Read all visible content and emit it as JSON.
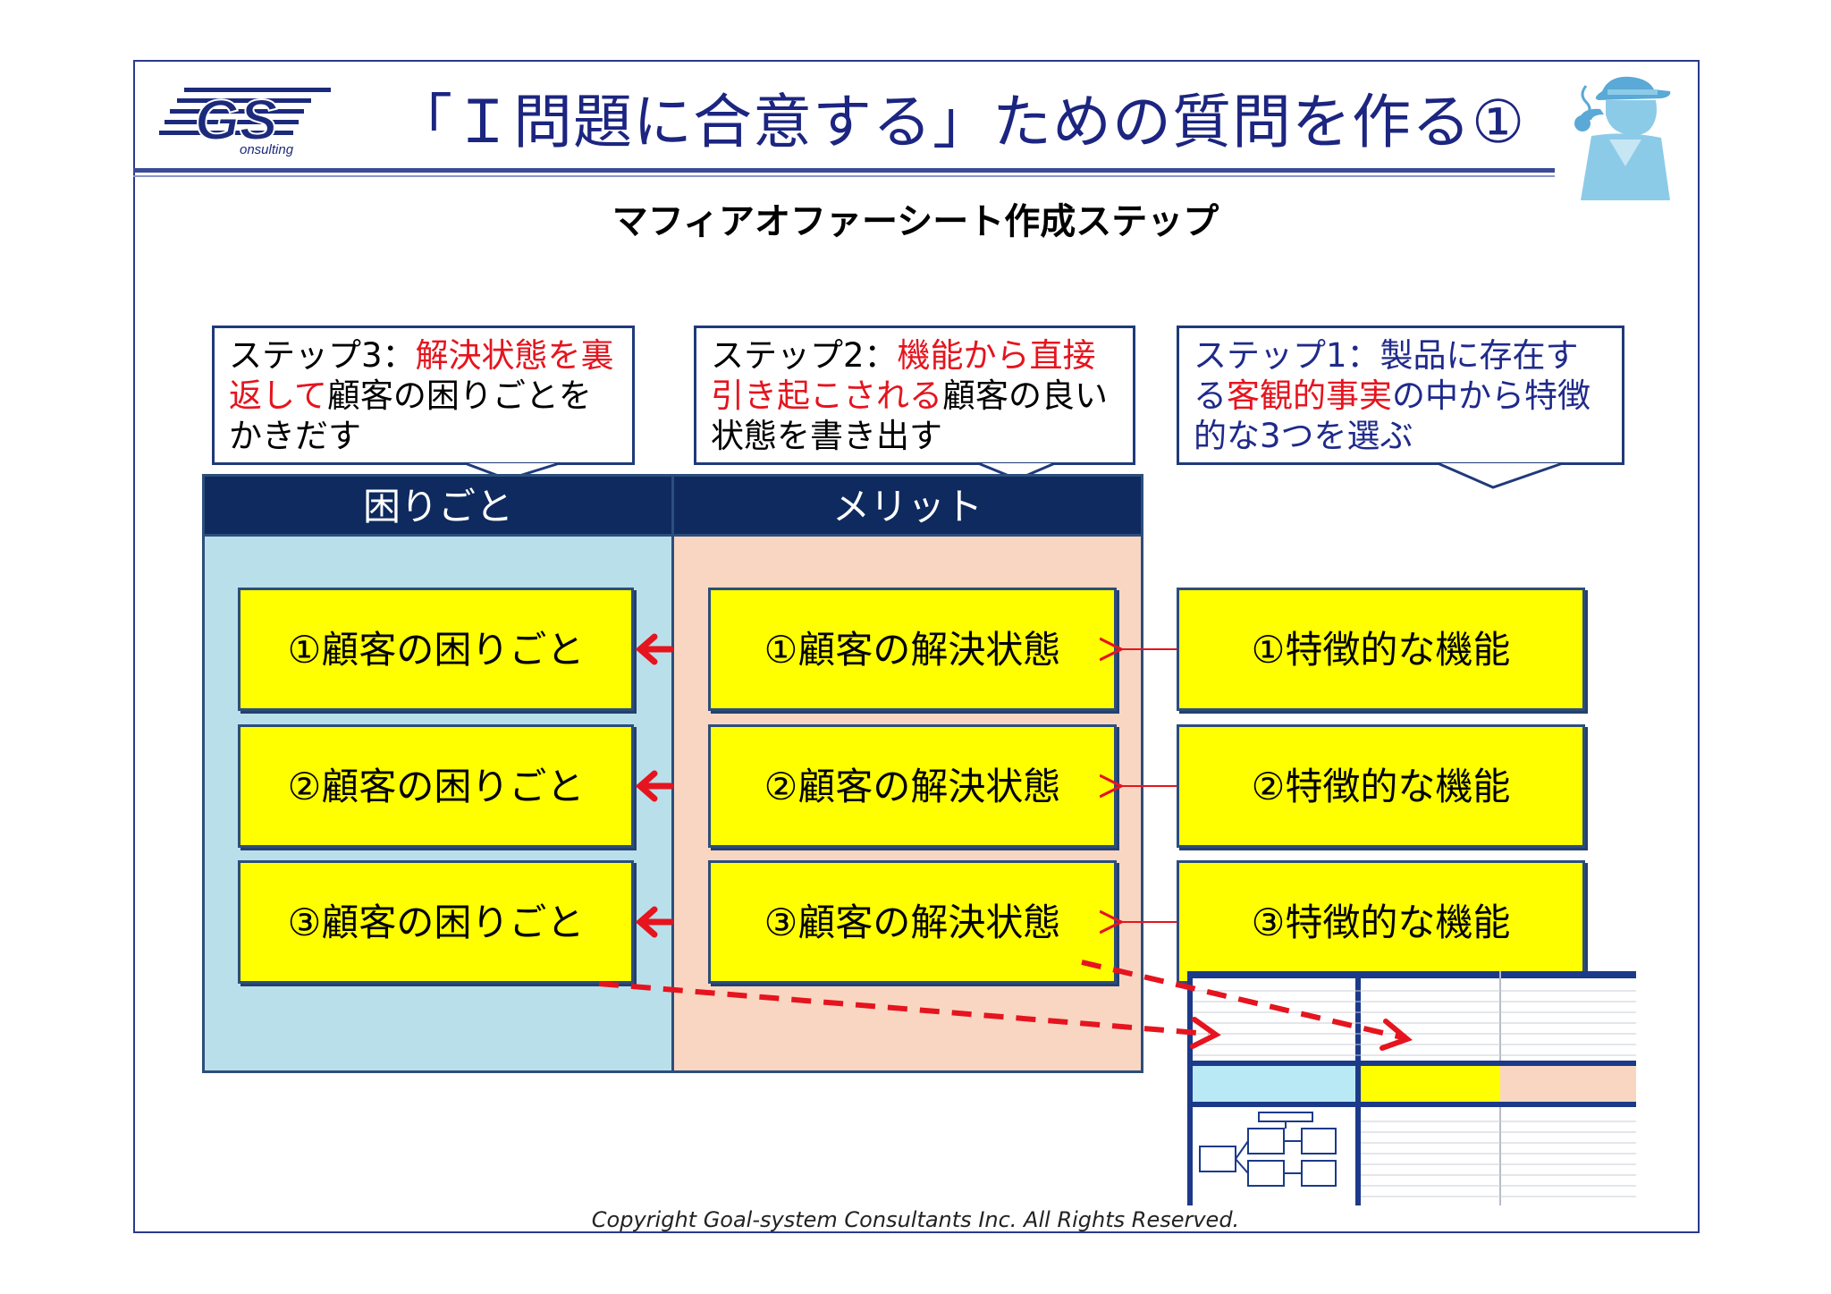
{
  "logo": {
    "text": "GS",
    "sub": "onsulting"
  },
  "title": "「Ｉ問題に合意する」ための質問を作る①",
  "subtitle": "マフィアオファーシート作成ステップ",
  "callouts": {
    "step3": {
      "prefix": "ステップ3：",
      "red": "解決状態を裏返して",
      "rest": "顧客の困りごとをかきだす"
    },
    "step2": {
      "prefix": "ステップ2：",
      "red": "機能から直接引き起こされる",
      "rest": "顧客の良い状態を書き出す"
    },
    "step1": {
      "prefix": "ステップ1：製品に存在する",
      "red": "客観的事実",
      "rest": "の中から特徴的な3つを選ぶ"
    }
  },
  "columns": {
    "problems": "困りごと",
    "merits": "メリット"
  },
  "rows": {
    "problems": [
      "①顧客の困りごと",
      "②顧客の困りごと",
      "③顧客の困りごと"
    ],
    "merits": [
      "①顧客の解決状態",
      "②顧客の解決状態",
      "③顧客の解決状態"
    ],
    "features": [
      "①特徴的な機能",
      "②特徴的な機能",
      "③特徴的な機能"
    ]
  },
  "colors": {
    "navy": "#0e2a5e",
    "yellow": "#ffff00",
    "red": "#e5141e",
    "blue_bg": "#b9e0ea",
    "peach_bg": "#f9d6c2"
  },
  "footer": "Copyright Goal-system Consultants Inc. All Rights Reserved."
}
